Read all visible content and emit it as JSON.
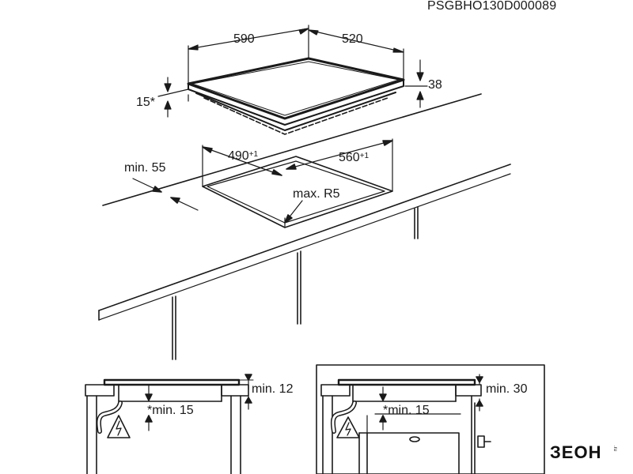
{
  "document_code": "PSGBHO130D000089",
  "dimensions": {
    "width": "590",
    "depth": "520",
    "top_height": "38",
    "frame": "15*",
    "cutout_width": "490",
    "cutout_width_tol": "+1",
    "cutout_depth": "560",
    "cutout_depth_tol": "+1",
    "edge_distance": "min. 55",
    "corner_radius": "max. R5"
  },
  "detail_left": {
    "top_gap": "min. 12",
    "bottom_gap": "*min. 15"
  },
  "detail_right": {
    "top_gap": "min. 30",
    "bottom_gap": "*min. 15"
  },
  "logo": {
    "text": "ЗЕОН",
    "subtitle": ".ru"
  },
  "colors": {
    "line": "#1a1a1a",
    "background": "#ffffff"
  }
}
